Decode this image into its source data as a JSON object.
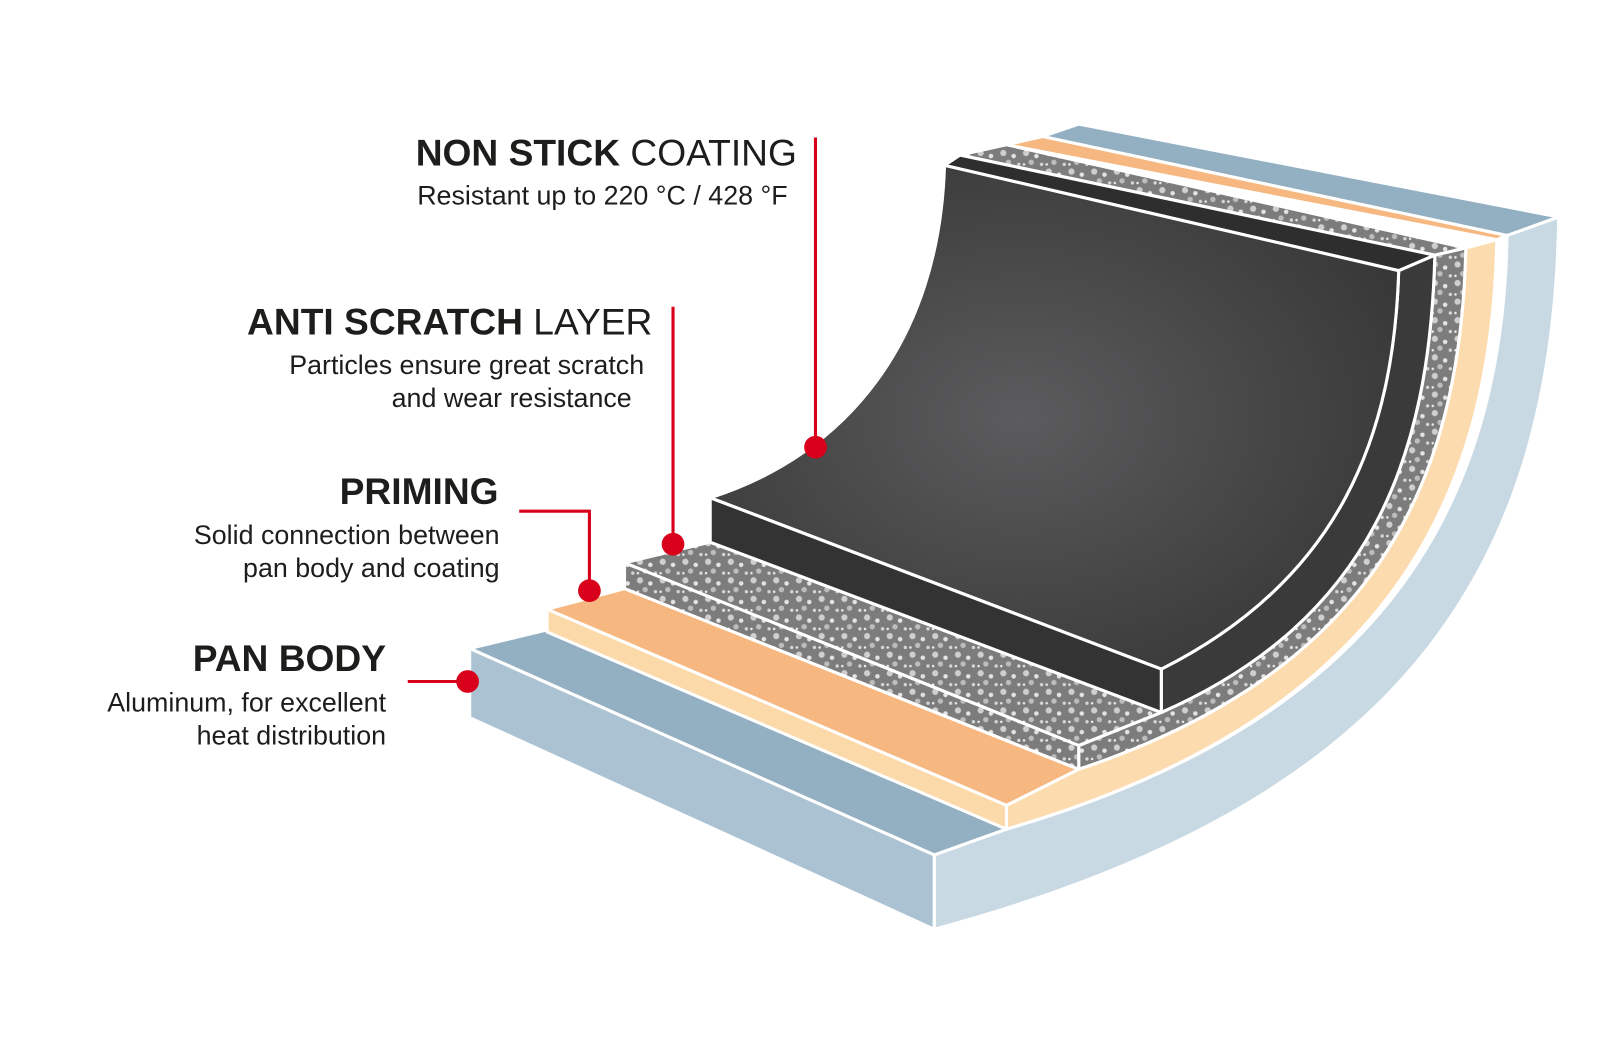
{
  "labels": [
    {
      "bold": "NON STICK",
      "light": " COATING",
      "lines": [
        "Resistant up to 220 °C / 428 °F"
      ]
    },
    {
      "bold": "ANTI SCRATCH",
      "light": " LAYER",
      "lines": [
        "Particles ensure great scratch",
        "and wear resistance"
      ]
    },
    {
      "bold": "PRIMING",
      "light": "",
      "lines": [
        "Solid connection between",
        "pan body and coating"
      ]
    },
    {
      "bold": "PAN BODY",
      "light": "",
      "lines": [
        "Aluminum, for excellent",
        "heat distribution"
      ]
    }
  ],
  "colors": {
    "accent": "#d9001b",
    "coating": "#444444",
    "priming": "#f6b880",
    "pan_body": "#93b0c3"
  }
}
